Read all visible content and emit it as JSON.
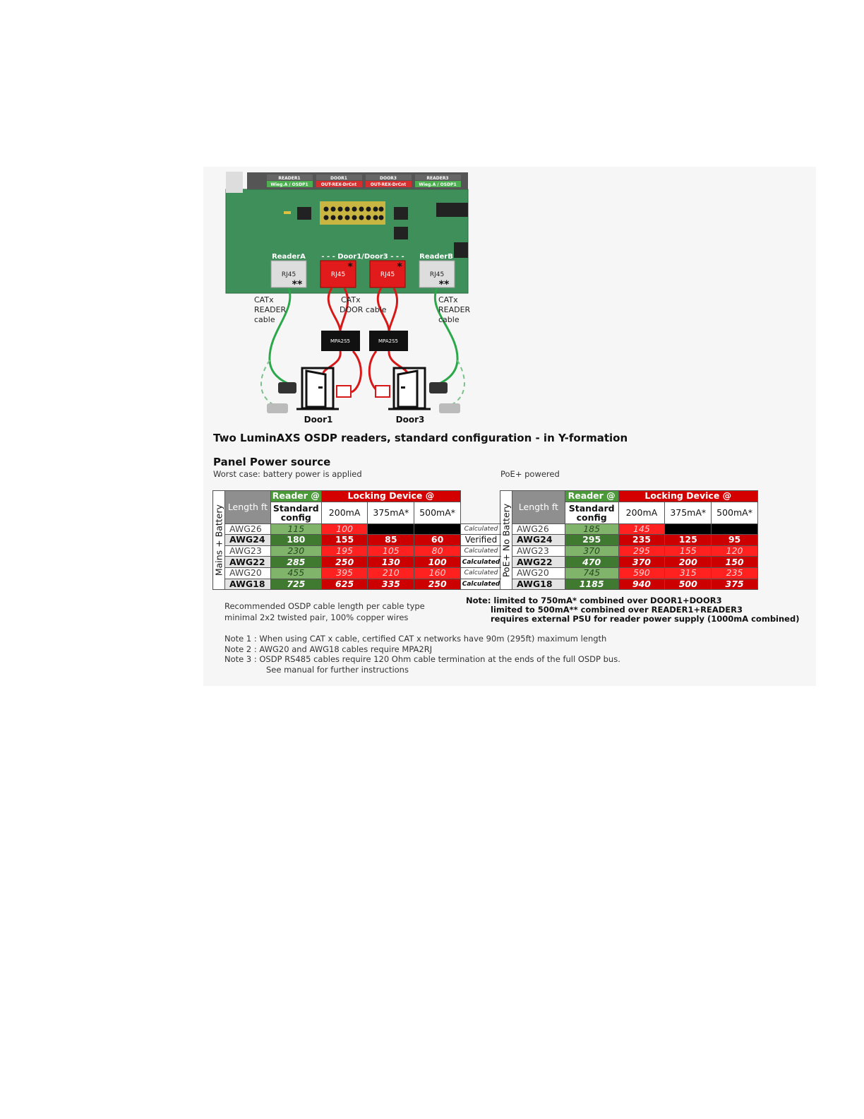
{
  "diagram": {
    "terminals": [
      "READER1",
      "DOOR1",
      "DOOR3",
      "READER3"
    ],
    "terminal_subs": [
      "Wieg.A / OSDP1",
      "OUT-REX-DrCnt",
      "OUT-REX-DrCnt",
      "Wieg.A / OSDP1"
    ],
    "reader_a": "ReaderA",
    "reader_b": "ReaderB",
    "door_group": "- - - Door1/Door3 - - -",
    "rj45": "RJ45",
    "star": "*",
    "star2": "**",
    "cat_reader": [
      "CATx",
      "READER",
      "cable"
    ],
    "cat_door": [
      "CATx",
      "DOOR cable"
    ],
    "mpa": "MPA2S5",
    "door1": "Door1",
    "door3": "Door3"
  },
  "caption": "Two LuminAXS OSDP readers, standard configuration - in Y-formation",
  "section_title": "Panel Power source",
  "subtitle_left": "Worst case: battery power is applied",
  "subtitle_right": "PoE+ powered",
  "table_left": {
    "side": "Mains + Battery",
    "len_header": "Length ft",
    "reader_header": "Reader @",
    "lock_header": "Locking Device @",
    "config_header": "Standard config",
    "ma": [
      "200mA",
      "375mA*",
      "500mA*"
    ],
    "rows": [
      {
        "gauge": "AWG26",
        "reader": "115",
        "v200": "100",
        "v375": "",
        "v500": "",
        "status": "Calculated"
      },
      {
        "gauge": "AWG24",
        "reader": "180",
        "v200": "155",
        "v375": "85",
        "v500": "60",
        "status": "Verified"
      },
      {
        "gauge": "AWG23",
        "reader": "230",
        "v200": "195",
        "v375": "105",
        "v500": "80",
        "status": "Calculated"
      },
      {
        "gauge": "AWG22",
        "reader": "285",
        "v200": "250",
        "v375": "130",
        "v500": "100",
        "status": "Calculated"
      },
      {
        "gauge": "AWG20",
        "reader": "455",
        "v200": "395",
        "v375": "210",
        "v500": "160",
        "status": "Calculated"
      },
      {
        "gauge": "AWG18",
        "reader": "725",
        "v200": "625",
        "v375": "335",
        "v500": "250",
        "status": "Calculated"
      }
    ]
  },
  "table_right": {
    "side": "PoE+ No Battery",
    "len_header": "Length ft",
    "reader_header": "Reader @",
    "lock_header": "Locking Device @",
    "config_header": "Standard config",
    "ma": [
      "200mA",
      "375mA*",
      "500mA*"
    ],
    "rows": [
      {
        "gauge": "AWG26",
        "reader": "185",
        "v200": "145",
        "v375": "",
        "v500": ""
      },
      {
        "gauge": "AWG24",
        "reader": "295",
        "v200": "235",
        "v375": "125",
        "v500": "95"
      },
      {
        "gauge": "AWG23",
        "reader": "370",
        "v200": "295",
        "v375": "155",
        "v500": "120"
      },
      {
        "gauge": "AWG22",
        "reader": "470",
        "v200": "370",
        "v375": "200",
        "v500": "150"
      },
      {
        "gauge": "AWG20",
        "reader": "745",
        "v200": "590",
        "v375": "315",
        "v500": "235"
      },
      {
        "gauge": "AWG18",
        "reader": "1185",
        "v200": "940",
        "v375": "500",
        "v500": "375"
      }
    ]
  },
  "recommend": [
    "Recommended OSDP  cable length per cable type",
    "minimal 2x2 twisted pair, 100% copper wires"
  ],
  "note_bold": [
    "Note: limited to 750mA* combined over DOOR1+DOOR3",
    "limited to 500mA** combined over READER1+READER3",
    "requires external PSU for reader power supply (1000mA combined)"
  ],
  "notes": [
    "Note 1 : When using CAT x cable, certified CAT x networks have 90m (295ft)  maximum length",
    "Note 2 : AWG20 and AWG18 cables require MPA2RJ",
    "Note 3 : OSDP RS485 cables require 120 Ohm cable termination at the ends of the full OSDP bus.",
    "See manual for further instructions"
  ]
}
